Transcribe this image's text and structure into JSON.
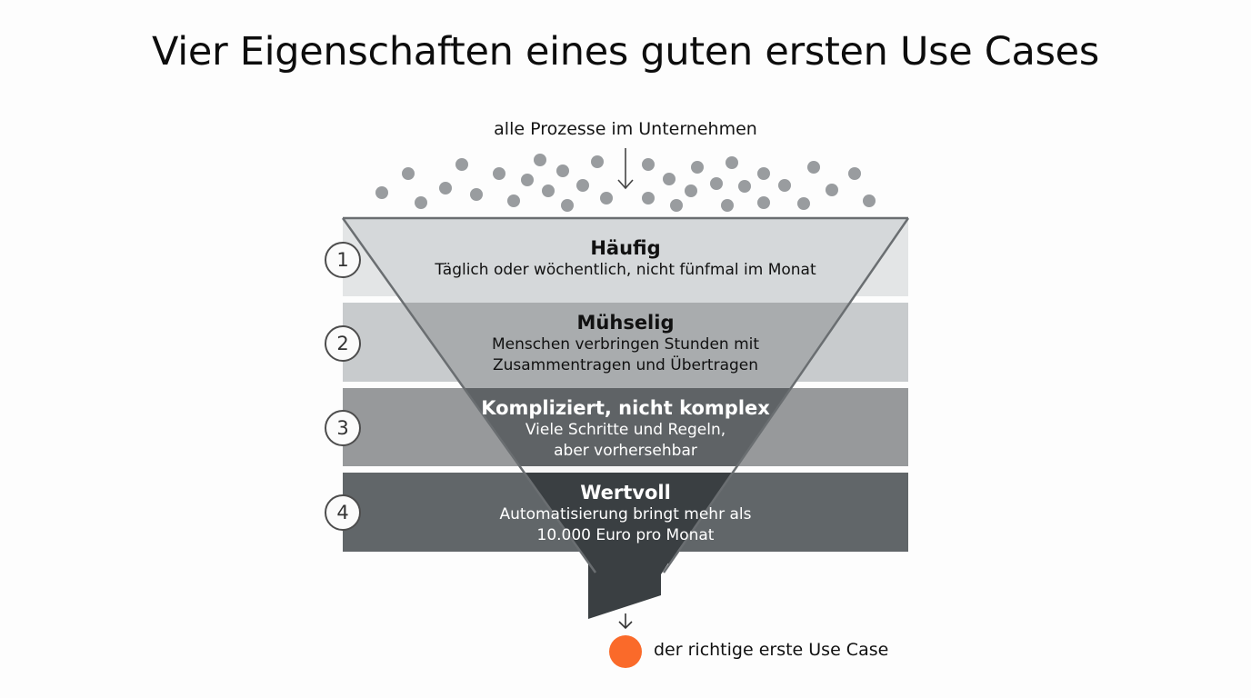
{
  "title": "Vier Eigenschaften eines guten ersten Use Cases",
  "input": {
    "label": "alle Prozesse im Unternehmen",
    "icon": "down-arrow-icon",
    "dot_color": "#999c9f"
  },
  "stages": [
    {
      "number": "1",
      "title": "Häufig",
      "description_lines": [
        "Täglich oder wöchentlich, nicht fünfmal im Monat"
      ],
      "band_color": "#e3e5e6",
      "funnel_color": "#d5d8da",
      "text_color": "#111111"
    },
    {
      "number": "2",
      "title": "Mühselig",
      "description_lines": [
        "Menschen verbringen Stunden mit",
        "Zusammentragen und Übertragen"
      ],
      "band_color": "#c8cbcd",
      "funnel_color": "#a9acae",
      "text_color": "#111111"
    },
    {
      "number": "3",
      "title": "Kompliziert, nicht komplex",
      "description_lines": [
        "Viele Schritte und Regeln,",
        "aber vorhersehbar"
      ],
      "band_color": "#97999b",
      "funnel_color": "#5f6366",
      "text_color": "#ffffff"
    },
    {
      "number": "4",
      "title": "Wertvoll",
      "description_lines": [
        "Automatisierung bringt mehr als",
        "10.000 Euro pro Monat"
      ],
      "band_color": "#616669",
      "funnel_color": "#3a3f42",
      "text_color": "#ffffff"
    }
  ],
  "output": {
    "label": "der richtige erste Use Case",
    "icon": "down-arrow-icon",
    "dot_color": "#fa6a2a"
  },
  "colors": {
    "funnel_outline": "#6a6e71",
    "spout": "#3a3f42",
    "accent": "#fa6a2a"
  }
}
